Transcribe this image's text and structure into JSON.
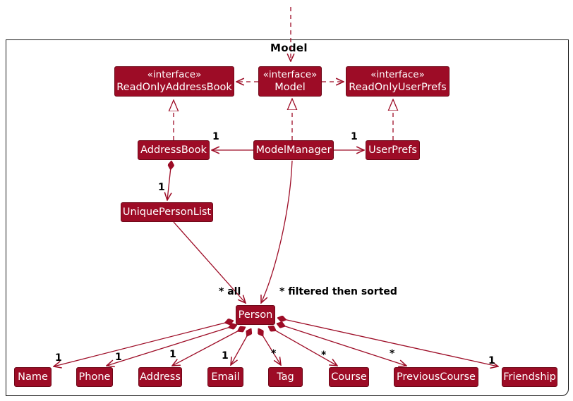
{
  "frame": {
    "label": "Model"
  },
  "colors": {
    "node_fill": "#9D0C26",
    "node_border": "#6E0818",
    "edge": "#9D0C26",
    "frame_border": "#181818",
    "node_text": "#FFFFFF",
    "annotation_text": "#000000"
  },
  "nodes": {
    "read_only_address_book": {
      "stereotype": "«interface»",
      "name": "ReadOnlyAddressBook"
    },
    "model_interface": {
      "stereotype": "«interface»",
      "name": "Model"
    },
    "read_only_user_prefs": {
      "stereotype": "«interface»",
      "name": "ReadOnlyUserPrefs"
    },
    "address_book": {
      "name": "AddressBook"
    },
    "model_manager": {
      "name": "ModelManager"
    },
    "user_prefs": {
      "name": "UserPrefs"
    },
    "unique_person_list": {
      "name": "UniquePersonList"
    },
    "person": {
      "name": "Person"
    },
    "name": {
      "name": "Name"
    },
    "phone": {
      "name": "Phone"
    },
    "address": {
      "name": "Address"
    },
    "email": {
      "name": "Email"
    },
    "tag": {
      "name": "Tag"
    },
    "course": {
      "name": "Course"
    },
    "previous_course": {
      "name": "PreviousCourse"
    },
    "friendship": {
      "name": "Friendship"
    }
  },
  "edge_labels": {
    "model_manager_to_address_book": "1",
    "model_manager_to_user_prefs": "1",
    "address_book_to_unique_person_list": "1",
    "unique_person_list_to_person": "* all",
    "model_manager_to_person": "* filtered then sorted",
    "person_to_name": "1",
    "person_to_phone": "1",
    "person_to_address": "1",
    "person_to_email": "1",
    "person_to_tag": "*",
    "person_to_course": "*",
    "person_to_previous_course": "*",
    "person_to_friendship": "1"
  }
}
